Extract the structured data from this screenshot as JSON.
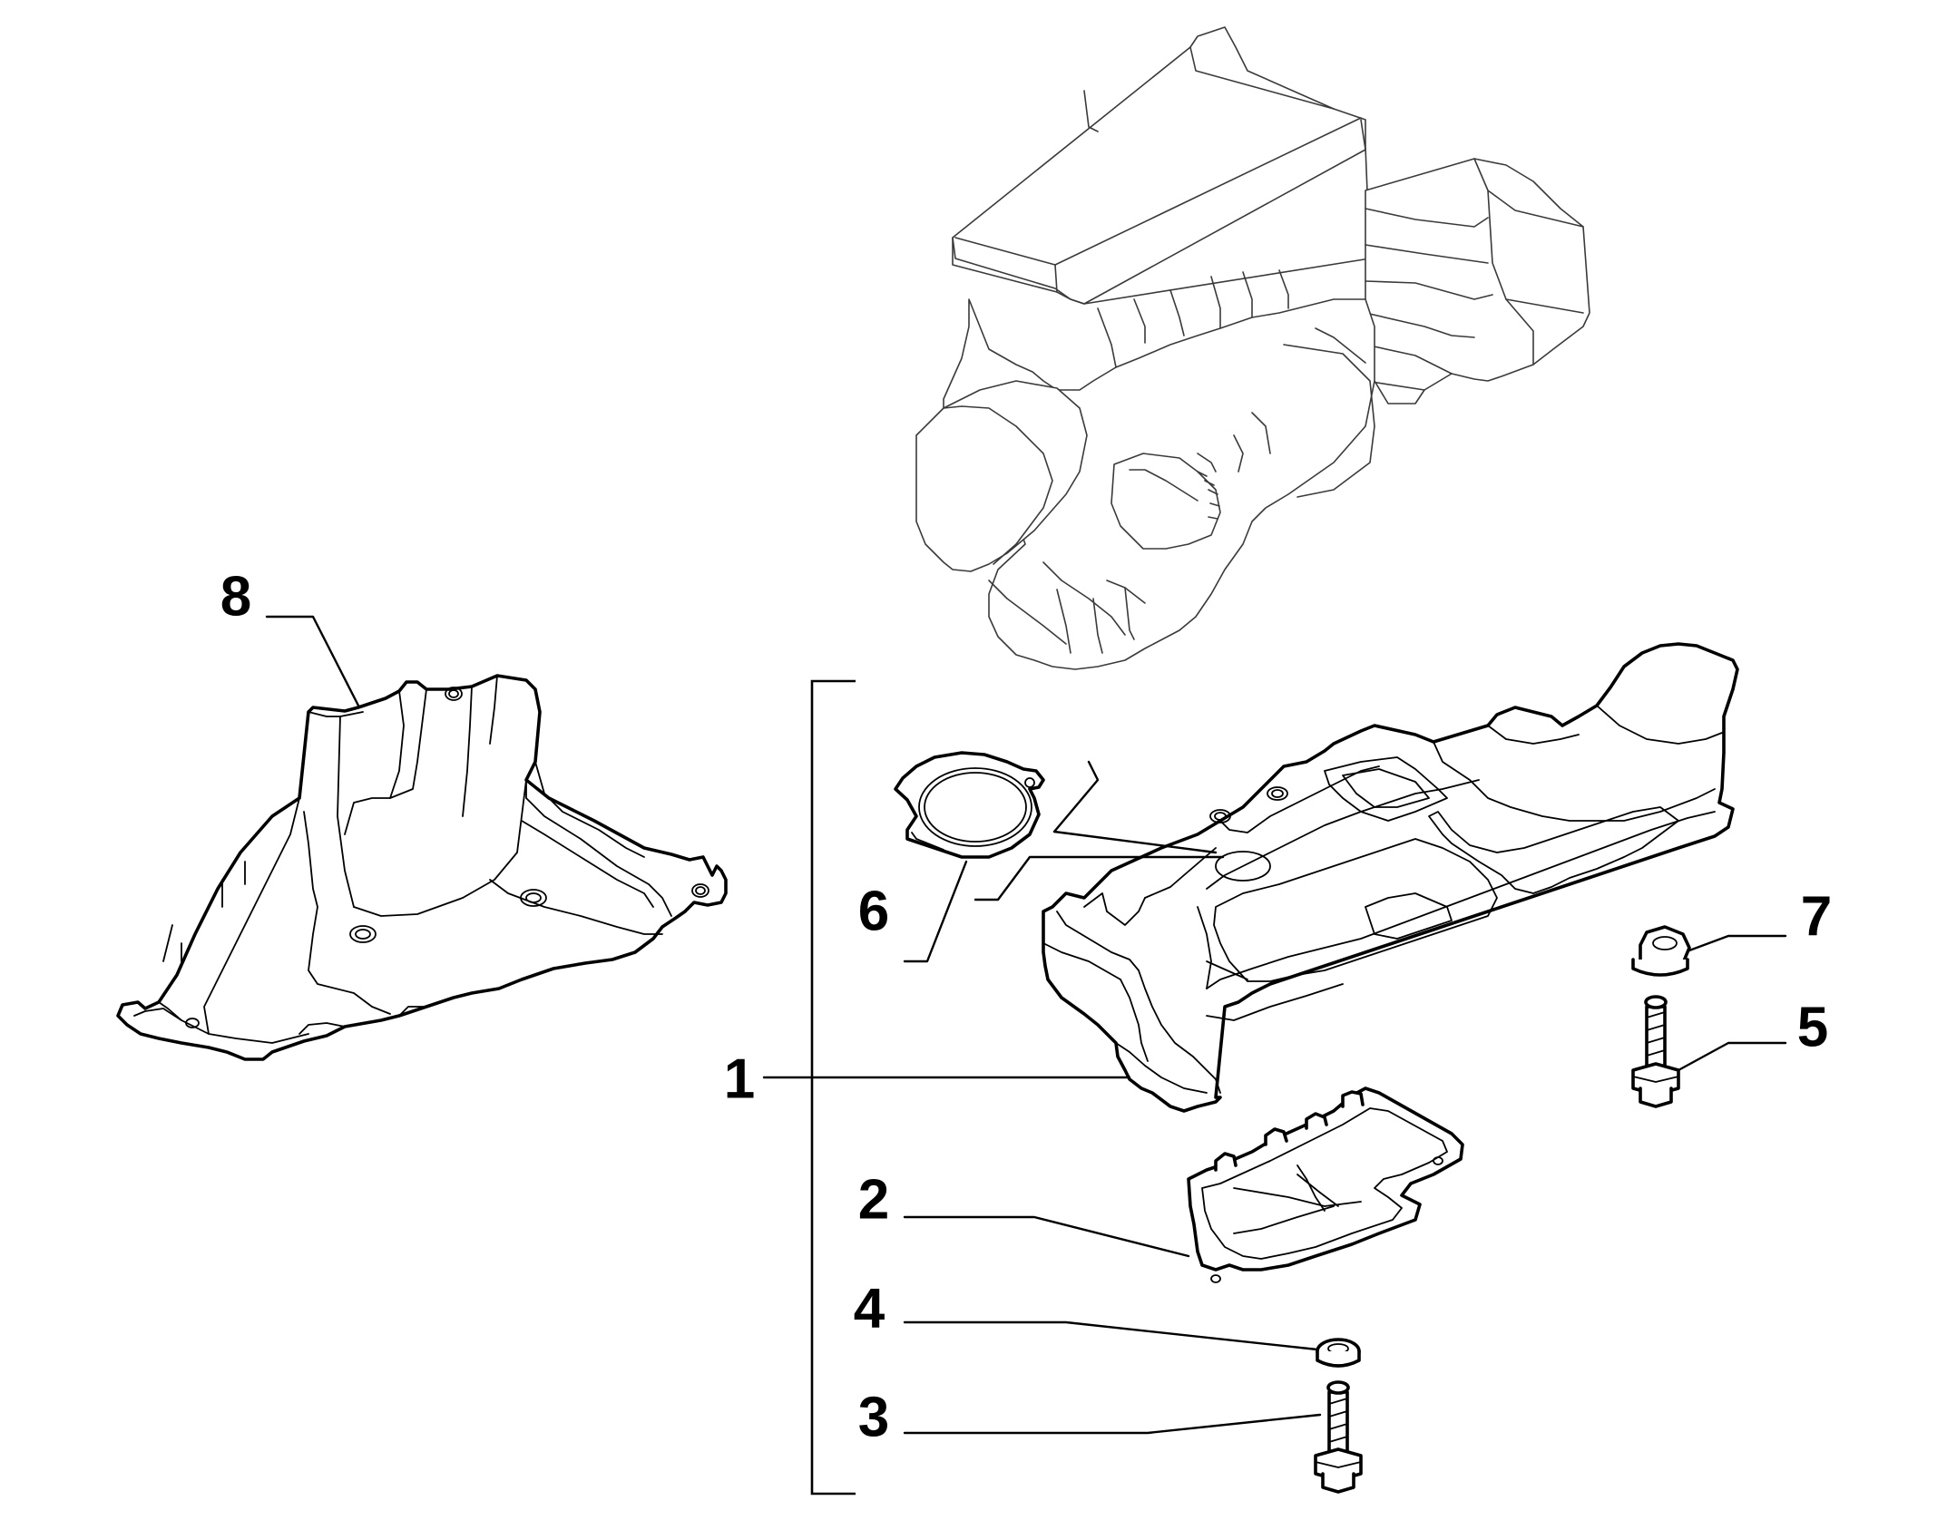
{
  "diagram": {
    "callouts": [
      {
        "id": "1",
        "label": "1"
      },
      {
        "id": "2",
        "label": "2"
      },
      {
        "id": "3",
        "label": "3"
      },
      {
        "id": "4",
        "label": "4"
      },
      {
        "id": "5",
        "label": "5"
      },
      {
        "id": "6",
        "label": "6"
      },
      {
        "id": "7",
        "label": "7"
      },
      {
        "id": "8",
        "label": "8"
      }
    ],
    "colors": {
      "line": "#000000",
      "engine_outline": "#3a3a3a",
      "background": "#ffffff"
    }
  }
}
